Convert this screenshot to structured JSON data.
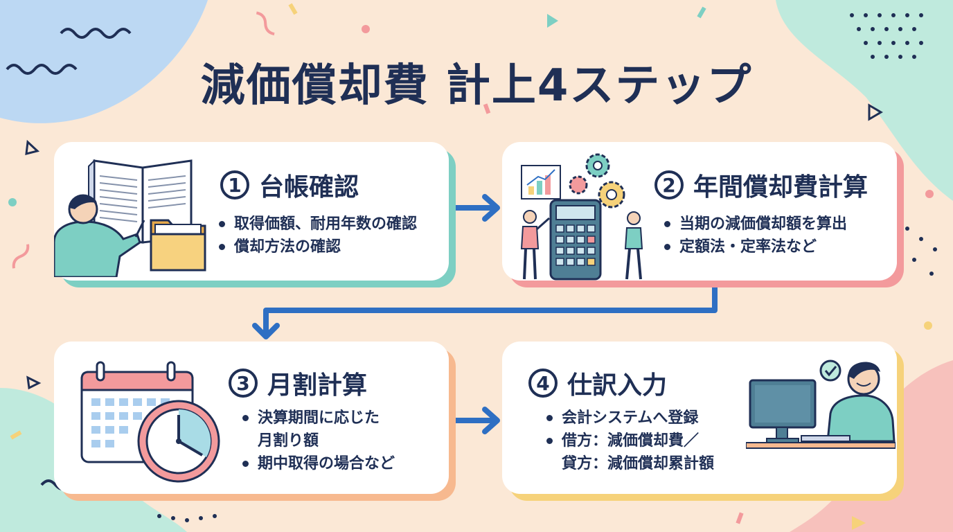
{
  "title": "減価償却費 計上4ステップ",
  "steps": [
    {
      "number": "1",
      "title": "台帳確認",
      "bullets": [
        "取得価額、耐用年数の確認",
        "償却方法の確認"
      ],
      "accent": "#7dcfc3"
    },
    {
      "number": "2",
      "title": "年間償却費計算",
      "bullets": [
        "当期の減価償却額を算出",
        "定額法・定率法など"
      ],
      "accent": "#f39a9c"
    },
    {
      "number": "3",
      "title": "月割計算",
      "bullets": [
        [
          "決算期間に応じた",
          "月割り額"
        ],
        "期中取得の場合など"
      ],
      "accent": "#f7b98f"
    },
    {
      "number": "4",
      "title": "仕訳入力",
      "bullets": [
        "会計システムへ登録",
        [
          "借方：減価償却費／",
          "貸方：減価償却累計額"
        ]
      ],
      "accent": "#f6d27a"
    }
  ],
  "arrow_color": "#2e6fc3",
  "text_color": "#1f2f55",
  "icons": [
    "open-book-icon",
    "folder-icon",
    "person-icon",
    "calculator-icon",
    "gear-icon",
    "bar-chart-icon",
    "calendar-icon",
    "clock-icon",
    "computer-monitor-icon",
    "checkmark-icon"
  ]
}
